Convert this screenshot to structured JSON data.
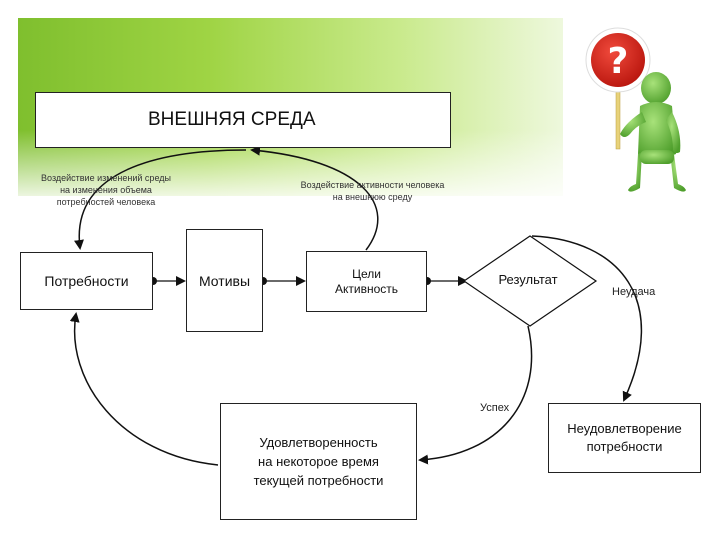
{
  "environment": {
    "title": "ВНЕШНЯЯ СРЕДА"
  },
  "notes": {
    "env_change": [
      "Воздействие изменений среды",
      "на изменения объема",
      "потребностей человека"
    ],
    "activity": [
      "Воздействие активности человека",
      "на внешнюю среду"
    ]
  },
  "nodes": {
    "needs": "Потребности",
    "motives": "Мотивы",
    "goals": [
      "Цели",
      "Активность"
    ],
    "result": "Результат",
    "satisfied": [
      "Удовлетворенность",
      "на некоторое время",
      "текущей потребности"
    ],
    "dissatisfied": [
      "Неудовлетворение",
      "потребности"
    ]
  },
  "edges": {
    "failure": "Неудача",
    "success": "Успех"
  },
  "icons": {
    "question_sign": "question-mark-sign-icon",
    "figure": "green-person-figure-icon"
  },
  "colors": {
    "banner": "#9fd444",
    "sign_red": "#d9231a",
    "figure_green": "#6cc644"
  }
}
